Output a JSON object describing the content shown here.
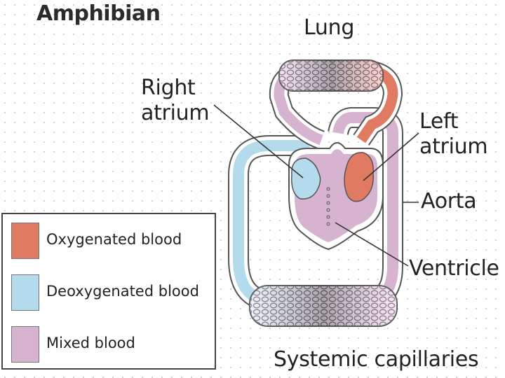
{
  "title": "Amphibian",
  "labels": {
    "lung": "Lung",
    "right_atrium": [
      "Right",
      "atrium"
    ],
    "left_atrium": [
      "Left",
      "atrium"
    ],
    "aorta": "Aorta",
    "ventricle": "Ventricle",
    "systemic_capillaries": "Systemic capillaries"
  },
  "legend": [
    {
      "label": "Oxygenated blood",
      "color": "#e07a62"
    },
    {
      "label": "Deoxygenated blood",
      "color": "#b4dbeb"
    },
    {
      "label": "Mixed blood",
      "color": "#d6b4d0"
    }
  ],
  "colors": {
    "oxygenated": "#e07a62",
    "deoxygenated": "#b4dbeb",
    "mixed": "#d6b4d0",
    "outline": "#555555"
  }
}
